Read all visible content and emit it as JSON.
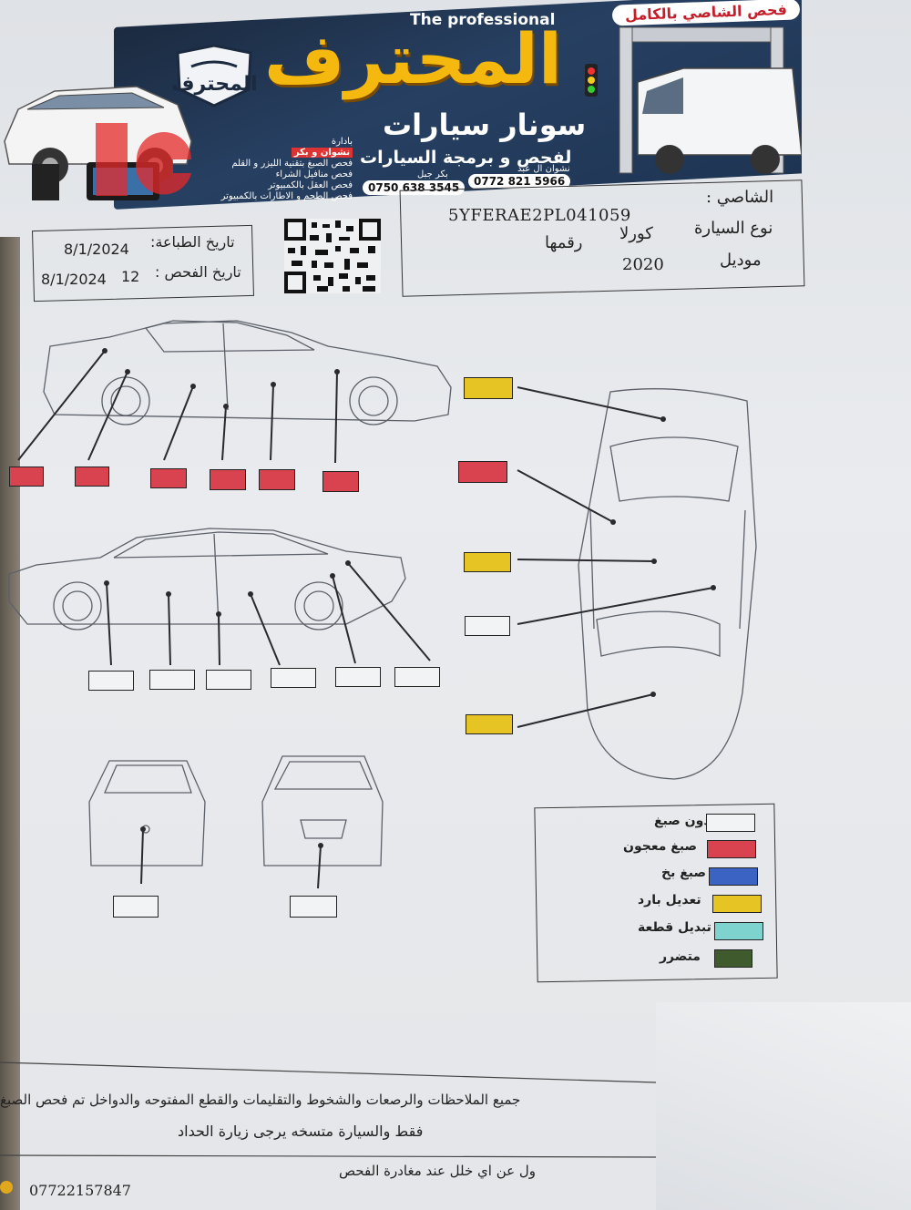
{
  "header": {
    "chassis_check_tag": "فحص الشاصي بالكامل",
    "brand_en": "The professional",
    "brand_ar": "المحترف",
    "subtitle": "سونار سيارات",
    "subtitle2": "لفحص و برمجة السيارات",
    "logo_text": "المحترف",
    "management_label": "بادارة",
    "managers": "نشوان و بكر",
    "services": [
      "فحص الصبغ بتقنية الليزر و القلم",
      "فحص منافيل الشراء",
      "فحص العقل بالكمبيوتر",
      "فحص الطحم و الاطارات بالكمبيوتر"
    ],
    "contacts": [
      {
        "name": "بكر جبل",
        "phone": "0750 638 3545"
      },
      {
        "name": "نشوان ال عبد",
        "phone": "0772 821 5966"
      }
    ]
  },
  "car_info": {
    "chassis_label": "الشاصي :",
    "chassis_value": "5YFERAE2PL041059",
    "type_label": "نوع السيارة",
    "type_value": "كورلا",
    "plate_label": "رقمها",
    "model_label": "موديل",
    "model_value": "2020"
  },
  "dates": {
    "print_label": "تاريخ الطباعة:",
    "print_value": "8/1/2024",
    "inspection_label": "تاريخ الفحص :",
    "inspection_value": "8/1/2024",
    "inspection_extra": "12"
  },
  "legend": [
    {
      "label": "بدون صبغ",
      "color": "#f2f3f5"
    },
    {
      "label": "صبغ معجون",
      "color": "#d9424f"
    },
    {
      "label": "صبغ بخ",
      "color": "#3a63c4"
    },
    {
      "label": "تعديل بارد",
      "color": "#e5c424"
    },
    {
      "label": "تبديل قطعة",
      "color": "#7fd3cf"
    },
    {
      "label": "متضرر",
      "color": "#3f5a2c"
    }
  ],
  "panels": {
    "side_top": [
      "#d9424f",
      "#d9424f",
      "#d9424f",
      "#d9424f",
      "#d9424f",
      "#d9424f"
    ],
    "side_bottom": [
      "#f2f3f5",
      "#f2f3f5",
      "#f2f3f5",
      "#f2f3f5",
      "#f2f3f5",
      "#f2f3f5"
    ],
    "top_view": [
      "#e5c424",
      "#d9424f",
      "#e5c424",
      "#f2f3f5",
      "#e5c424"
    ],
    "rear": "#f2f3f5",
    "front": "#f2f3f5"
  },
  "footer": {
    "note_line1": "جميع الملاحظات والرصعات والشخوط والتقليمات والقطع المفتوحه والدواخل تم فحص الصبغ",
    "note_line2": "فقط والسيارة متسخه يرجى زيارة الحداد",
    "disclaimer": "ول عن اي خلل عند مغادرة الفحص",
    "phone": "07722157847"
  }
}
